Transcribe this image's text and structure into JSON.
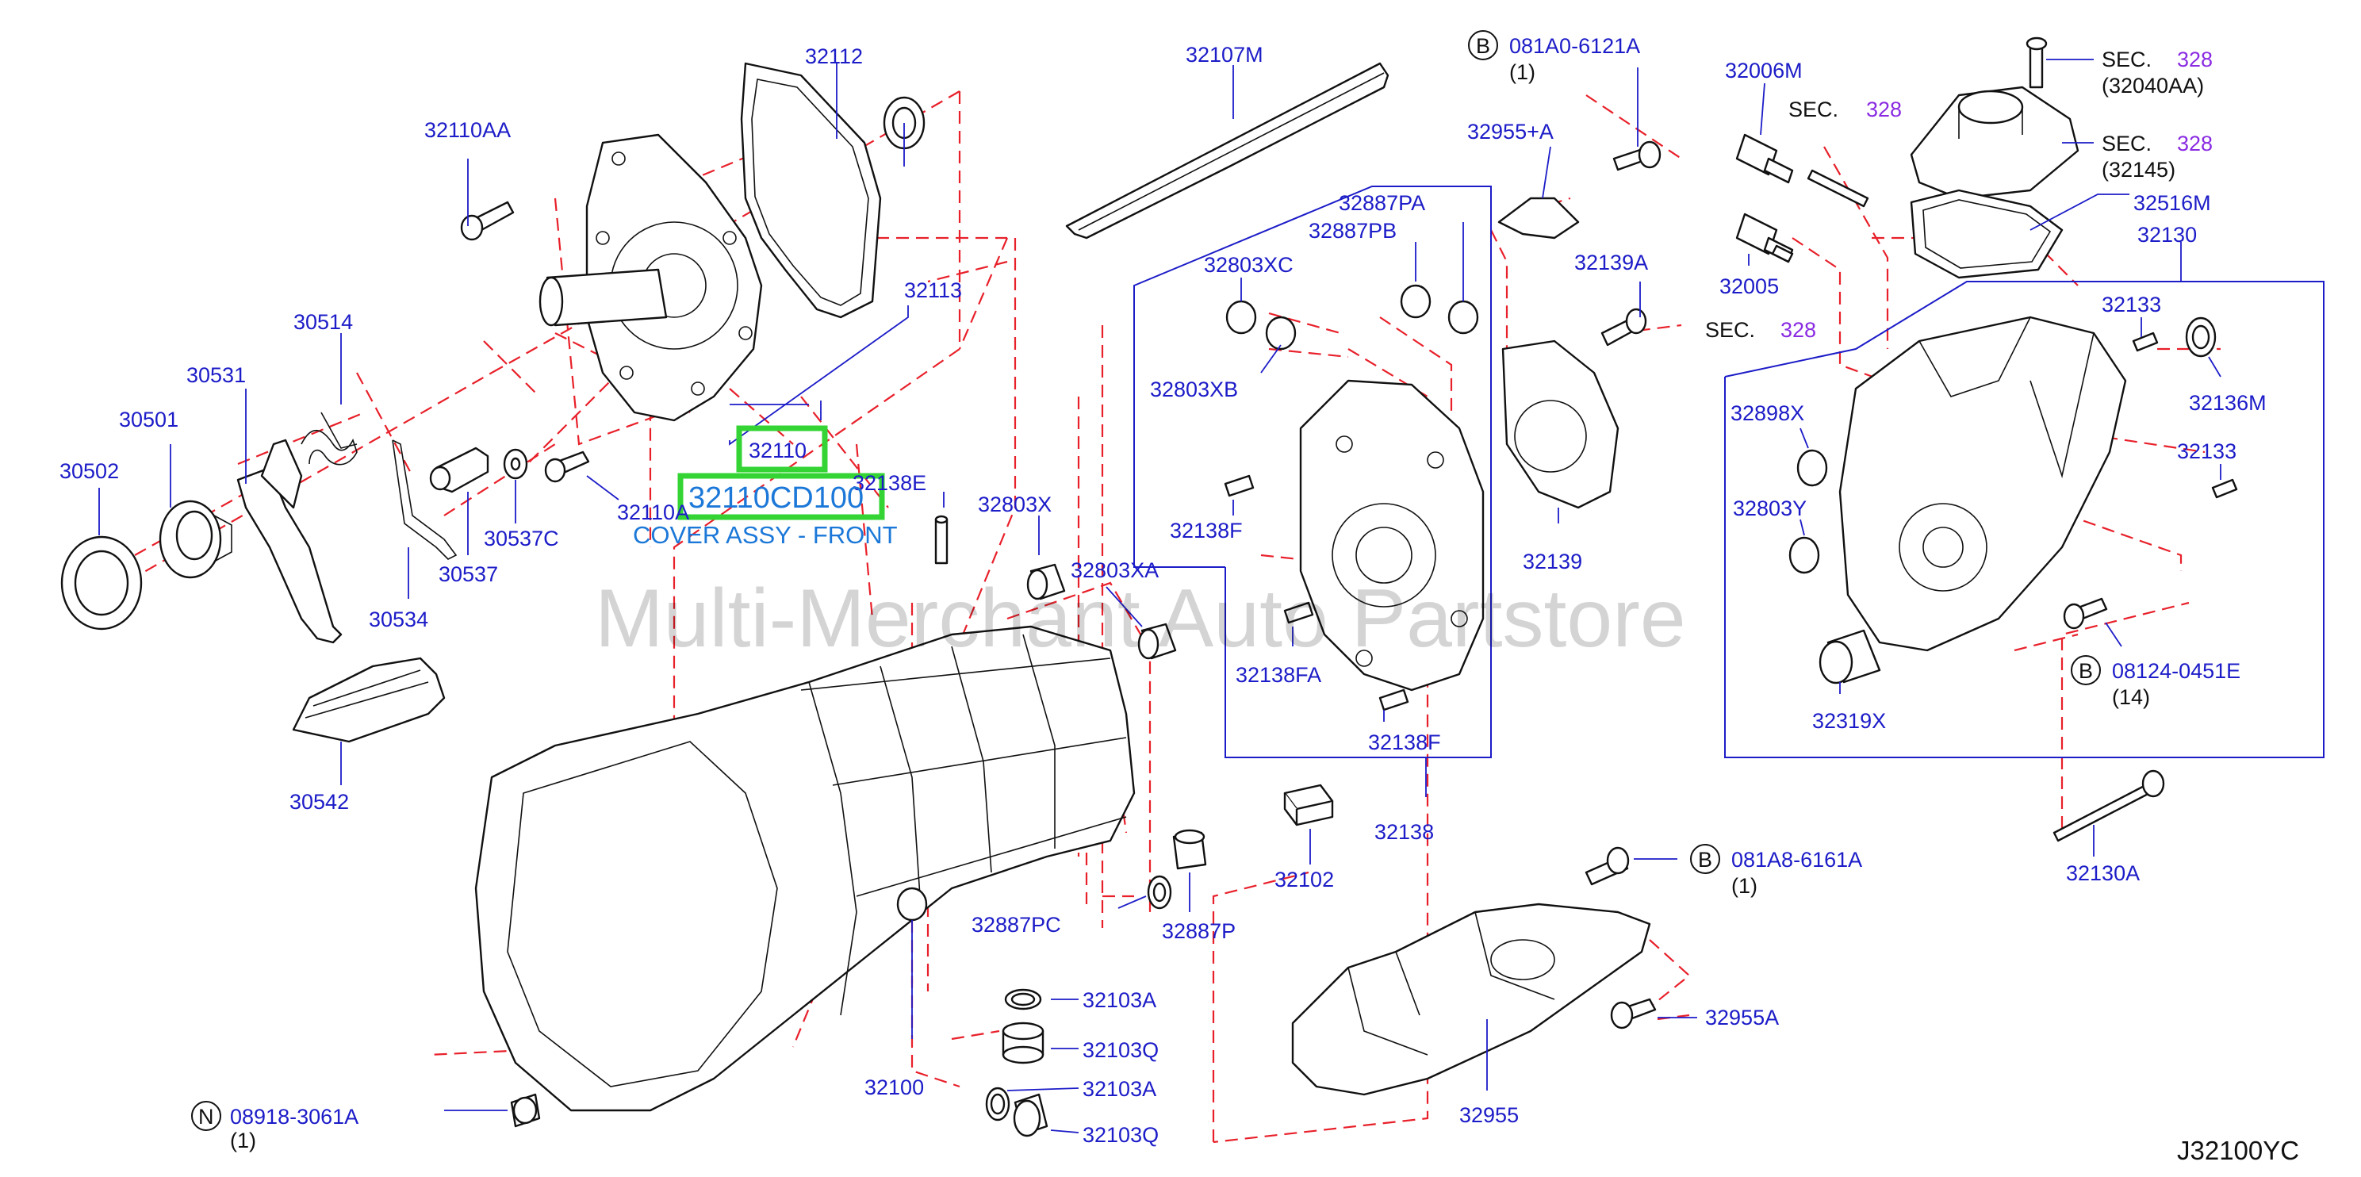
{
  "labels": {
    "p32112": "32112",
    "p32110AA": "32110AA",
    "p32113": "32113",
    "p32110": "32110",
    "p30514": "30514",
    "p30531": "30531",
    "p30501": "30501",
    "p30502": "30502",
    "p32110A": "32110A",
    "p30537C": "30537C",
    "p30537": "30537",
    "p30534": "30534",
    "p30542": "30542",
    "p32138E": "32138E",
    "p32107M": "32107M",
    "p32803X": "32803X",
    "p32803XA": "32803XA",
    "p32100": "32100",
    "p32887PC": "32887PC",
    "p32887P": "32887P",
    "p32103A_1": "32103A",
    "p32103Q_1": "32103Q",
    "p32103A_2": "32103A",
    "p32103Q_2": "32103Q",
    "p08918": "08918-3061A",
    "p08918_qty": "(1)",
    "p081A0": "081A0-6121A",
    "p081A0_qty": "(1)",
    "p32955A_plus": "32955+A",
    "p32887PA": "32887PA",
    "p32887PB": "32887PB",
    "p32803XC": "32803XC",
    "p32803XB": "32803XB",
    "p32138F_1": "32138F",
    "p32138FA": "32138FA",
    "p32138F_2": "32138F",
    "p32138": "32138",
    "p32102": "32102",
    "p32139A": "32139A",
    "p32139": "32139",
    "p081A8": "081A8-6161A",
    "p081A8_qty": "(1)",
    "p32955A": "32955A",
    "p32955": "32955",
    "p32006M": "32006M",
    "p32005": "32005",
    "sec1": "SEC.",
    "sec1_num": "328",
    "sec2": "SEC.",
    "sec2_num": "328",
    "sec3": "SEC.",
    "sec3_num": "328",
    "sec3_ref": "(32040AA)",
    "sec4": "SEC.",
    "sec4_num": "328",
    "sec4_ref": "(32145)",
    "p32516M": "32516M",
    "p32130": "32130",
    "p32133_1": "32133",
    "p32136M": "32136M",
    "p32898X": "32898X",
    "p32133_2": "32133",
    "p32803Y": "32803Y",
    "p08124": "08124-0451E",
    "p08124_qty": "(14)",
    "p32319X": "32319X",
    "p32130A": "32130A",
    "diagram_code": "J32100YC"
  },
  "callouts": {
    "b": "B",
    "n": "N"
  },
  "selected": {
    "part_number": "32110CD100",
    "description": "COVER ASSY - FRONT"
  },
  "watermark": "Multi-Merchant Auto Partstore",
  "colors": {
    "label_blue": "#1c1cc8",
    "leader_red": "#e8202a",
    "highlight_green": "#33d433",
    "selected_text": "#1c78d8",
    "section_purple": "#8a2be2"
  }
}
